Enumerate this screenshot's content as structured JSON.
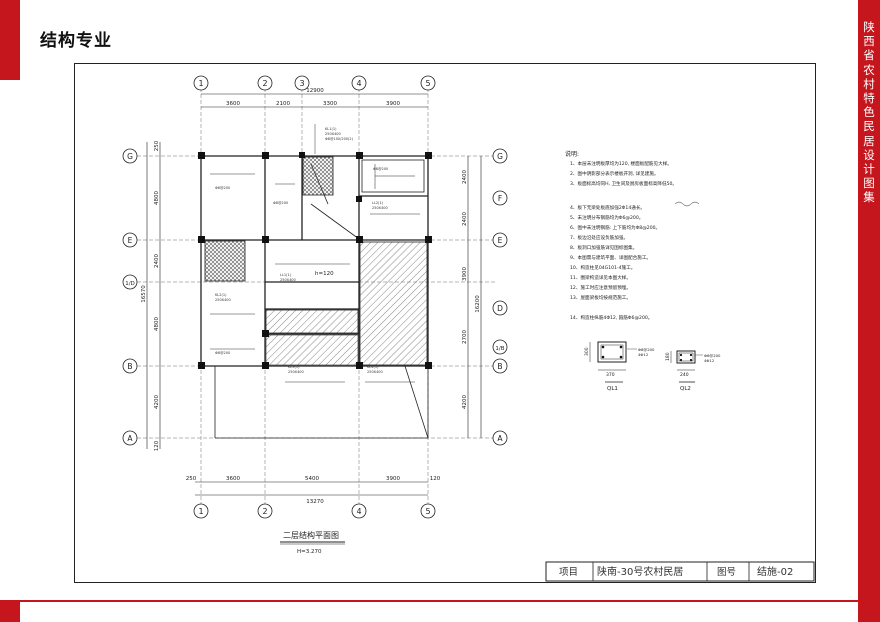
{
  "header": {
    "title": "结构专业"
  },
  "side_banner": {
    "text": "陕西省农村特色民居设计图集"
  },
  "plan": {
    "axes_top": [
      "1",
      "2",
      "3",
      "4",
      "5"
    ],
    "axes_bottom": [
      "1",
      "2",
      "4",
      "5"
    ],
    "axes_left": [
      "G",
      "E",
      "1/D",
      "B",
      "A"
    ],
    "axes_right": [
      "G",
      "F",
      "E",
      "D",
      "1/B",
      "B",
      "A"
    ],
    "dims_top_total": "12900",
    "dims_top": [
      "3600",
      "2100",
      "3300",
      "3900"
    ],
    "dims_bottom_total": "13270",
    "dims_bottom": [
      "250",
      "3600",
      "5400",
      "3900",
      "120"
    ],
    "dims_left_total": "16570",
    "dims_left": [
      "250",
      "4800",
      "2400",
      "4800",
      "4200",
      "120"
    ],
    "dims_right_total": "16200",
    "dims_right": [
      "2400",
      "2400",
      "3900",
      "2700",
      "4200"
    ],
    "caption": "二层结构平面图",
    "caption_sub": "H=3.270",
    "beam_labels": [
      "QL1",
      "QL2"
    ],
    "section_dims": [
      "370",
      "240",
      "300",
      "180"
    ]
  },
  "notes": {
    "title": "说明:",
    "items": [
      "1、本层未注明板厚均为120, 楼面板配筋见大样。",
      "2、图中阴影部分表示楼板开洞, 详见建施。",
      "3、板面标高均同H, 卫生间及厨房板面标高降低50。",
      "4、板下无梁处板底加强2Φ14通长。",
      "5、未注明分布钢筋均为Φ6@200。",
      "6、图中未注明钢筋: 上下筋均为Φ8@200。",
      "7、板边沿处应设负筋加强。",
      "8、板洞口加强筋详见国标图集。",
      "9、本图需与建筑平面、详图配合施工。",
      "10、构造柱见04G101-4施工。",
      "11、圈梁构造详见本图大样。",
      "12、施工时应注意预留预埋。",
      "13、屋面梁板均按规范施工。",
      "14、构造柱纵筋4Φ12, 箍筋Φ6@200。"
    ]
  },
  "title_block": {
    "project_label": "项目",
    "project_value": "陕南-30号农村民居",
    "drawing_no_label": "图号",
    "drawing_no_value": "结施-02"
  },
  "colors": {
    "accent": "#c5161d",
    "line": "#222222",
    "hatch": "#777777"
  }
}
